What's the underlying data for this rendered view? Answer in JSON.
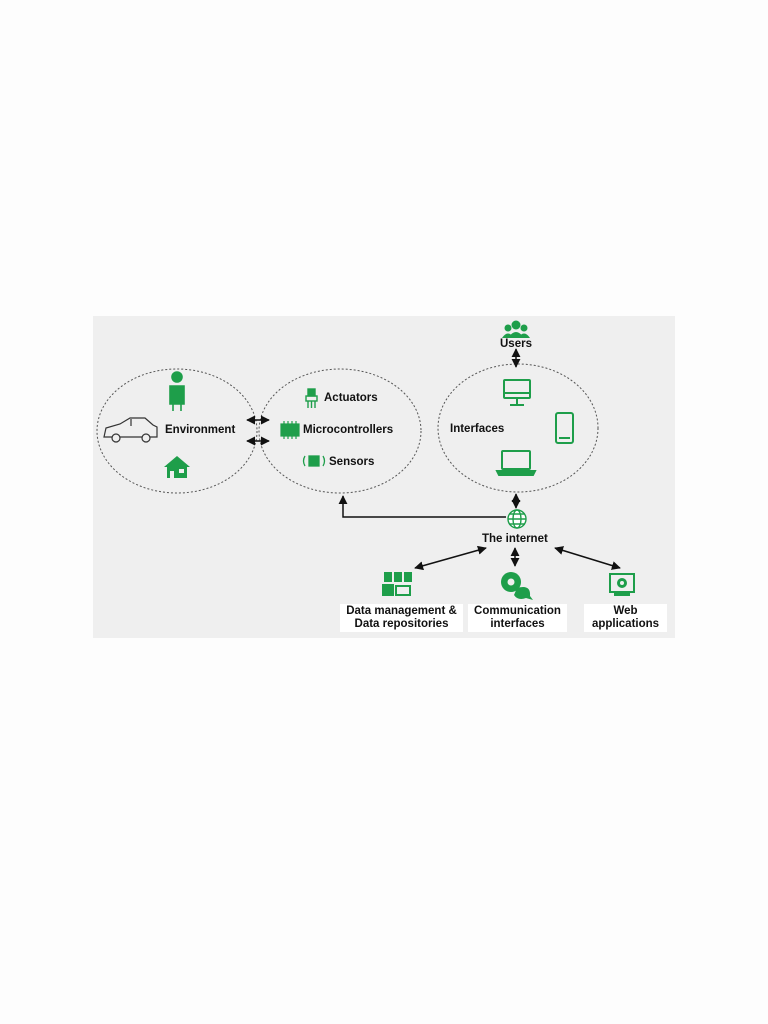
{
  "diagram": {
    "environment": {
      "label": "Environment"
    },
    "device": {
      "actuators": "Actuators",
      "microcontrollers": "Microcontrollers",
      "sensors": "Sensors"
    },
    "interfaces": {
      "label": "Interfaces"
    },
    "users": {
      "label": "Users"
    },
    "internet": {
      "label": "The internet"
    },
    "services": {
      "data_management": {
        "line1": "Data management &",
        "line2": "Data repositories"
      },
      "communication": {
        "line1": "Communication",
        "line2": "interfaces"
      },
      "web": {
        "line1": "Web",
        "line2": "applications"
      }
    },
    "colors": {
      "accent": "#1e9e4a",
      "ink": "#111111",
      "panel": "#efefef"
    }
  }
}
